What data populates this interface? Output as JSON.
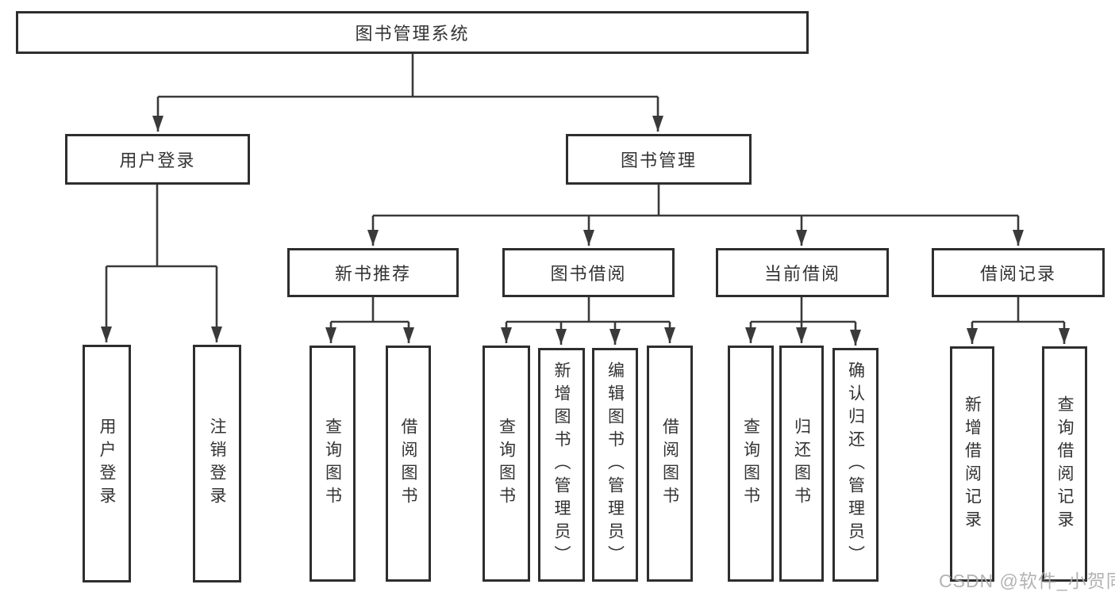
{
  "diagram_title": "图书管理系统",
  "tree": {
    "root": {
      "label": "图书管理系统"
    },
    "level2": [
      {
        "label": "用户登录"
      },
      {
        "label": "图书管理"
      }
    ],
    "user_login_children": [
      {
        "label": "用户登录"
      },
      {
        "label": "注销登录"
      }
    ],
    "level3": [
      {
        "label": "新书推荐"
      },
      {
        "label": "图书借阅"
      },
      {
        "label": "当前借阅"
      },
      {
        "label": "借阅记录"
      }
    ],
    "new_book_children": [
      {
        "label": "查询图书"
      },
      {
        "label": "借阅图书"
      }
    ],
    "book_borrow_children": [
      {
        "label": "查询图书"
      },
      {
        "label": "新增图书（管理员）"
      },
      {
        "label": "编辑图书（管理员）"
      },
      {
        "label": "借阅图书"
      }
    ],
    "current_borrow_children": [
      {
        "label": "查询图书"
      },
      {
        "label": "归还图书"
      },
      {
        "label": "确认归还（管理员）"
      }
    ],
    "borrow_record_children": [
      {
        "label": "新增借阅记录"
      },
      {
        "label": "查询借阅记录"
      }
    ]
  },
  "watermark": "CSDN @软件_小贺同学",
  "colors": {
    "line": "#3a3a3a",
    "box_border": "#2e2e2e",
    "text": "#333333",
    "watermark": "#ababab",
    "background": "#ffffff"
  }
}
